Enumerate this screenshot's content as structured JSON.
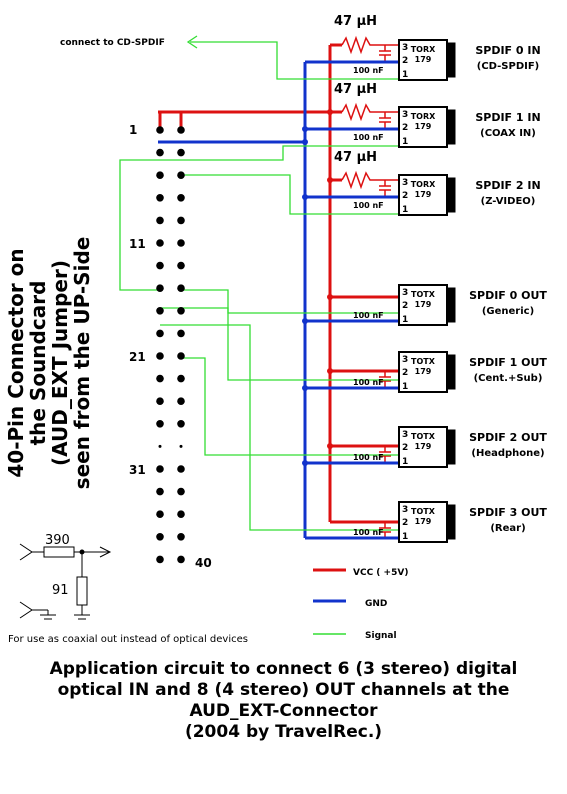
{
  "connector": {
    "title_lines": [
      "40-Pin Connector on",
      "the Soundcard",
      "(AUD_EXT Jumper)",
      "seen from the UP-Side"
    ],
    "pin_labels": [
      "1",
      "11",
      "21",
      "31",
      "40"
    ]
  },
  "output_to": "connect to CD-SPDIF",
  "inductor": "47 µH",
  "capacitor": "100 nF",
  "devices": [
    {
      "chip": "TORX",
      "num": "179",
      "name": "SPDIF 0 IN",
      "sub": "(CD-SPDIF)"
    },
    {
      "chip": "TORX",
      "num": "179",
      "name": "SPDIF 1 IN",
      "sub": "(COAX IN)"
    },
    {
      "chip": "TORX",
      "num": "179",
      "name": "SPDIF 2 IN",
      "sub": "(Z-VIDEO)"
    },
    {
      "chip": "TOTX",
      "num": "179",
      "name": "SPDIF 0 OUT",
      "sub": "(Generic)"
    },
    {
      "chip": "TOTX",
      "num": "179",
      "name": "SPDIF 1 OUT",
      "sub": "(Cent.+Sub)"
    },
    {
      "chip": "TOTX",
      "num": "179",
      "name": "SPDIF 2 OUT",
      "sub": "(Headphone)"
    },
    {
      "chip": "TOTX",
      "num": "179",
      "name": "SPDIF 3 OUT",
      "sub": "(Rear)"
    }
  ],
  "pin_numbers": [
    "3",
    "2",
    "1"
  ],
  "legend": [
    {
      "label": "VCC ( +5V)",
      "color": "#dd1111"
    },
    {
      "label": "GND",
      "color": "#1133cc"
    },
    {
      "label": "Signal",
      "color": "#33dd33"
    }
  ],
  "coax": {
    "r1": "390",
    "r2": "91",
    "note": "For use as coaxial out instead of optical devices"
  },
  "caption_lines": [
    "Application circuit to connect 6 (3 stereo) digital",
    "optical IN and 8 (4 stereo) OUT channels at the",
    "AUD_EXT-Connector",
    "(2004 by TravelRec.)"
  ],
  "colors": {
    "vcc": "#dd1111",
    "gnd": "#1133cc",
    "signal": "#33dd33"
  }
}
